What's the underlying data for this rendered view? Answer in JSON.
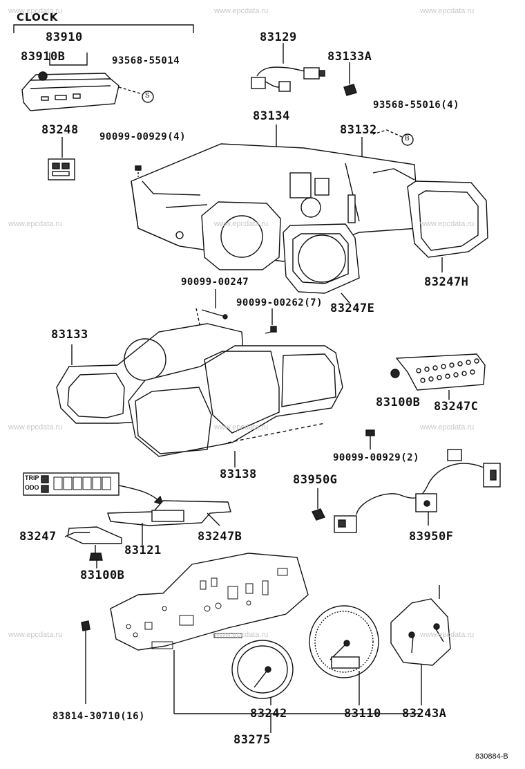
{
  "section_label": "CLOCK",
  "ref_code": "830884-B",
  "watermark": "www.epcdata.ru",
  "callout_marks": {
    "s": "S",
    "b": "B"
  },
  "display_text": {
    "trip": "TRIP",
    "odo": "ODO"
  },
  "parts": {
    "p83910": "83910",
    "p83910b": "83910B",
    "p93568_55014": "93568-55014",
    "p83248": "83248",
    "p90099_00929_4": "90099-00929(4)",
    "p83129": "83129",
    "p83133a": "83133A",
    "p93568_55016_4": "93568-55016(4)",
    "p83134": "83134",
    "p83132": "83132",
    "p83247h": "83247H",
    "p90099_00247": "90099-00247",
    "p90099_00262_7": "90099-00262(7)",
    "p83247e": "83247E",
    "p83133": "83133",
    "p83100b_a": "83100B",
    "p83247c": "83247C",
    "p90099_00929_2": "90099-00929(2)",
    "p83138": "83138",
    "p83950g": "83950G",
    "p83247": "83247",
    "p83121": "83121",
    "p83247b": "83247B",
    "p83950f": "83950F",
    "p83100b_b": "83100B",
    "p83814_30710_16": "83814-30710(16)",
    "p83242": "83242",
    "p83110": "83110",
    "p83243a": "83243A",
    "p83275": "83275"
  }
}
